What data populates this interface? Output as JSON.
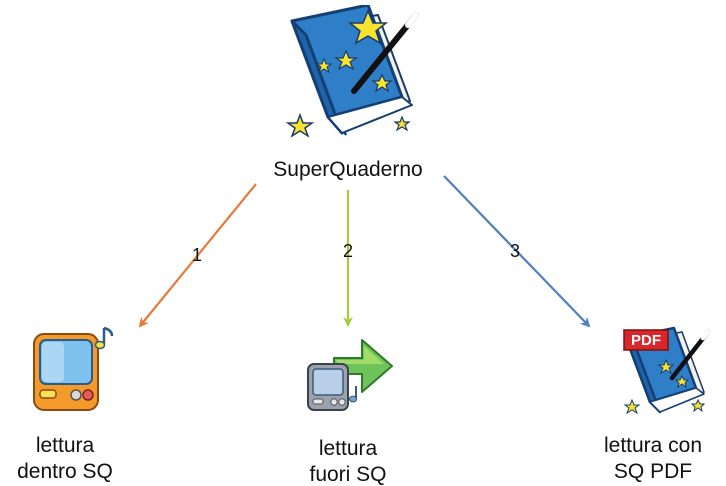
{
  "root": {
    "label": "SuperQuaderno",
    "icon": "magic-book-icon"
  },
  "children": [
    {
      "line1": "lettura",
      "line2": "dentro SQ",
      "icon": "media-player-icon",
      "edge_label": "1",
      "edge_color": "#e8793a"
    },
    {
      "line1": "lettura",
      "line2": "fuori SQ",
      "icon": "export-device-icon",
      "edge_label": "2",
      "edge_color": "#a6cc3c"
    },
    {
      "line1": "lettura con",
      "line2": "SQ PDF",
      "icon": "pdf-book-icon",
      "edge_label": "3",
      "edge_color": "#4f7fbe",
      "badge": "PDF"
    }
  ]
}
